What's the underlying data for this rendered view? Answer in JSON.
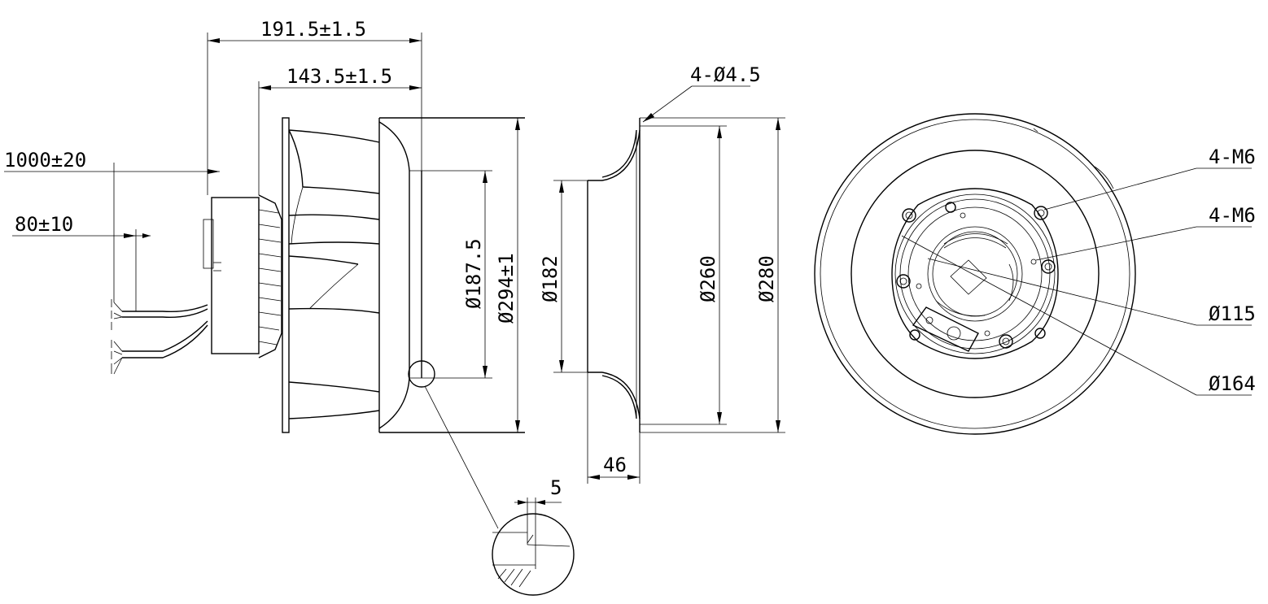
{
  "dimensions": {
    "overall_depth": "191.5±1.5",
    "impeller_depth": "143.5±1.5",
    "cable_length": "1000±20",
    "cable_strip": "80±10",
    "inner_dia": "Ø187.5",
    "outer_dia": "Ø294±1",
    "inlet_dia": "Ø182",
    "bolt_circle": "Ø260",
    "flange_dia": "Ø280",
    "mount_holes": "4-Ø4.5",
    "inlet_depth": "46",
    "detail_gap": "5",
    "thread_outer": "4-M6",
    "thread_inner": "4-M6",
    "hub_dia": "Ø115",
    "motor_dia": "Ø164"
  }
}
